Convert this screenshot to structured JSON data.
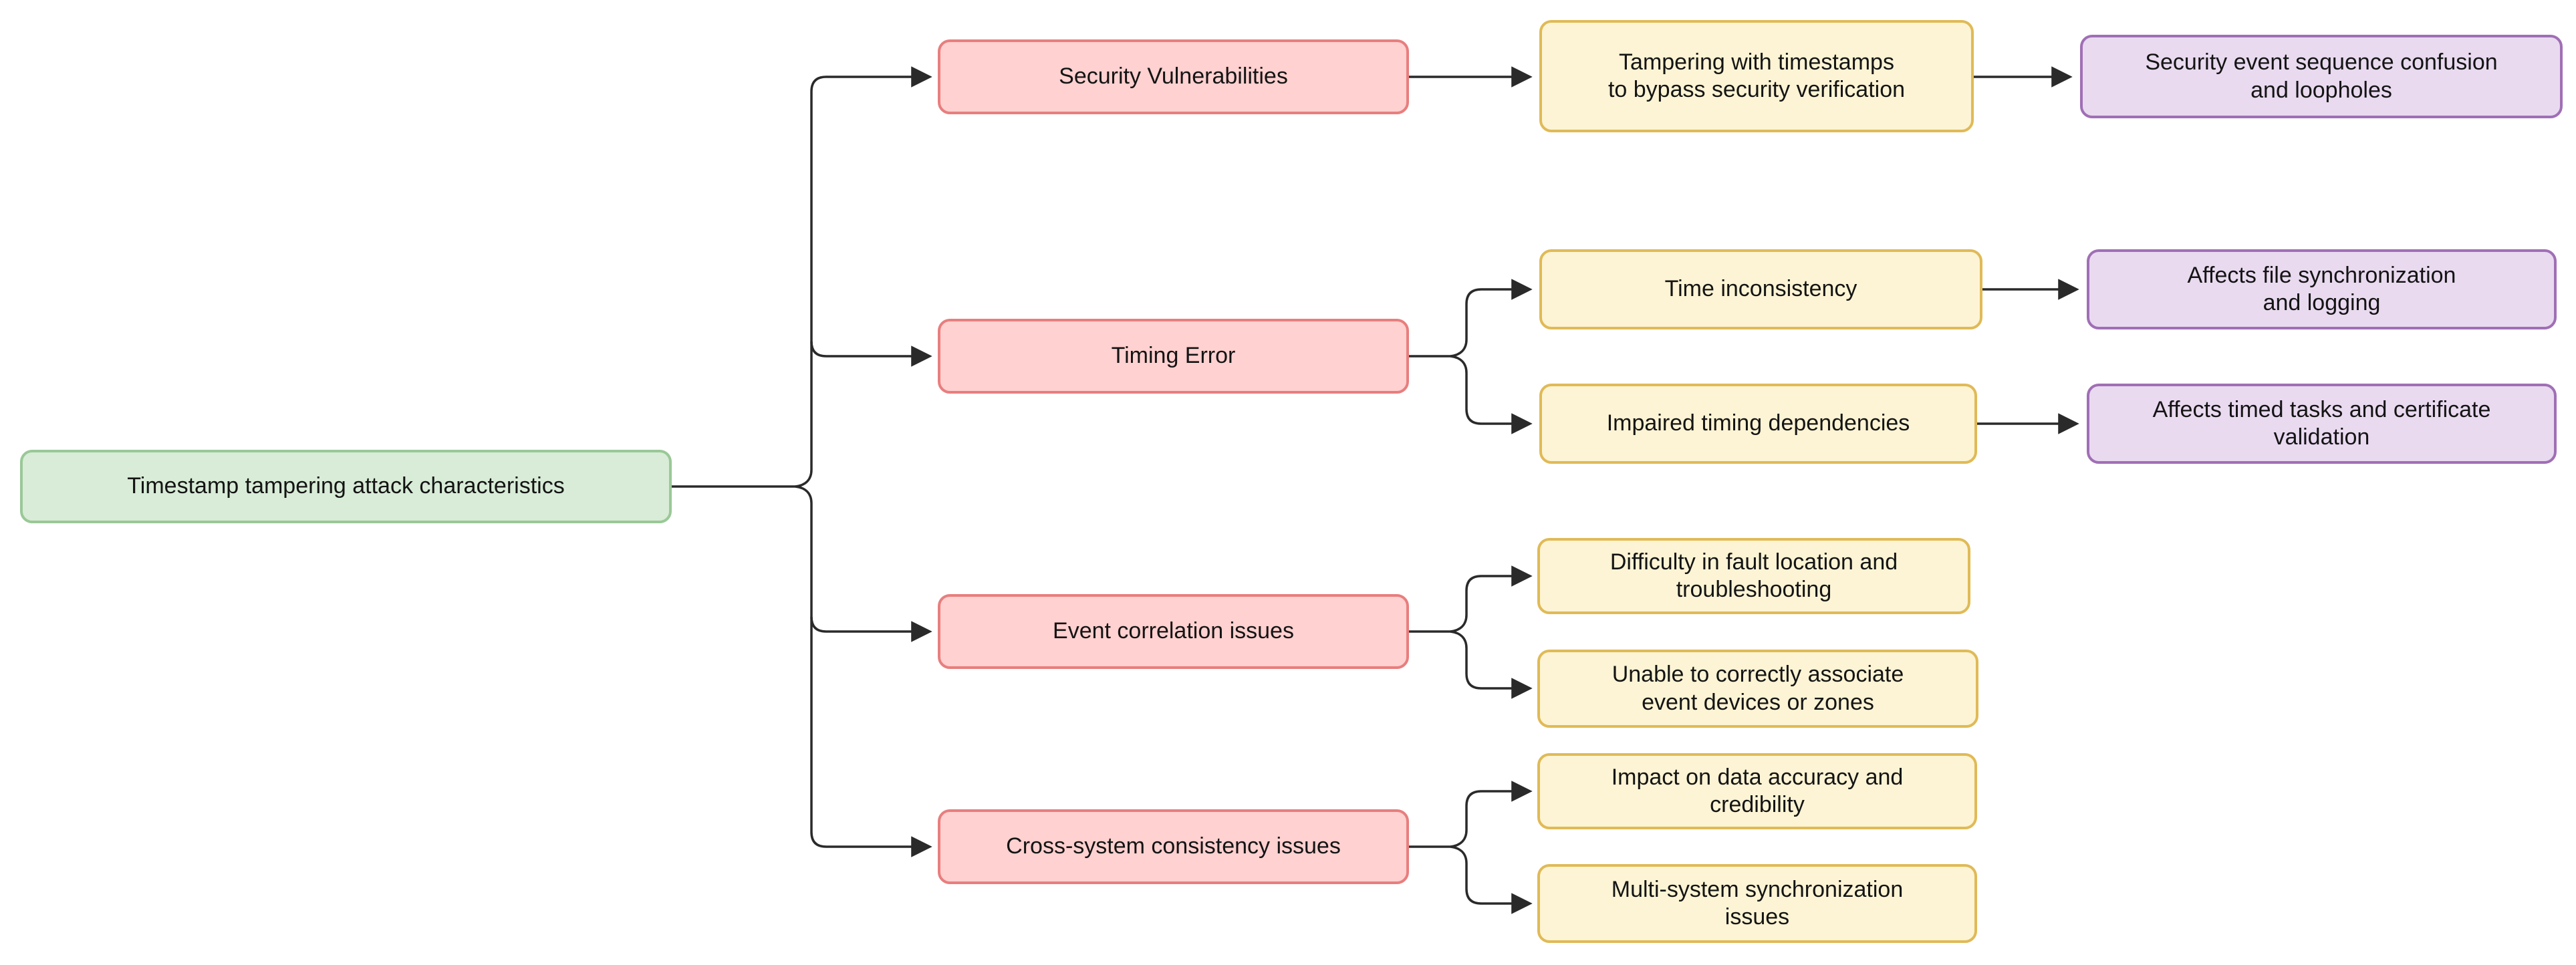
{
  "palette": {
    "root": {
      "fill": "#d8ecd7",
      "stroke": "#9ac897"
    },
    "branch": {
      "fill": "#ffd1d0",
      "stroke": "#e87e7e"
    },
    "leaf": {
      "fill": "#fcf4d4",
      "stroke": "#e0ba57"
    },
    "impact": {
      "fill": "#e9daf0",
      "stroke": "#a06fb5"
    },
    "edge": "#2a2a2a"
  },
  "diagram": {
    "root": {
      "label": "Timestamp tampering attack characteristics"
    },
    "branches": [
      {
        "label": "Security Vulnerabilities",
        "children": [
          {
            "label": "Tampering with timestamps\nto bypass security verification",
            "children": [
              {
                "label": "Security event sequence confusion\nand loopholes"
              }
            ]
          }
        ]
      },
      {
        "label": "Timing Error",
        "children": [
          {
            "label": "Time inconsistency",
            "children": [
              {
                "label": "Affects file synchronization\nand logging"
              }
            ]
          },
          {
            "label": "Impaired timing dependencies",
            "children": [
              {
                "label": "Affects timed tasks and certificate\nvalidation"
              }
            ]
          }
        ]
      },
      {
        "label": "Event correlation issues",
        "children": [
          {
            "label": "Difficulty in fault location and\ntroubleshooting"
          },
          {
            "label": "Unable to correctly associate\nevent devices or zones"
          }
        ]
      },
      {
        "label": "Cross-system consistency issues",
        "children": [
          {
            "label": "Impact on data accuracy and\ncredibility"
          },
          {
            "label": "Multi-system synchronization\nissues"
          }
        ]
      }
    ]
  }
}
